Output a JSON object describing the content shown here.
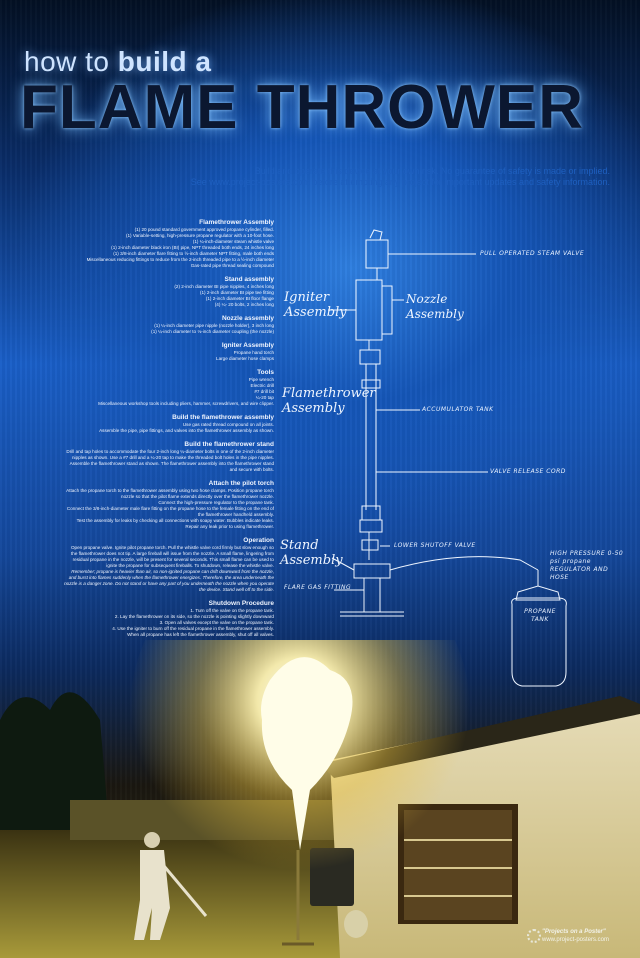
{
  "header": {
    "title_prefix_light": "how to ",
    "title_prefix_bold": "build a",
    "title_main": "FLAME THROWER"
  },
  "disclaimer": {
    "line1": "Build and operate this device at your own risk. No guarantee of safety is made or implied.",
    "line2": "See www.project-posters.com before attempting any project for important updates and safety information."
  },
  "instructions": [
    {
      "heading": "Flamethrower Assembly",
      "lines": [
        "(1) 20 pound standard government approved propane cylinder, filled.",
        "(1) Variable-setting, high-pressure propane regulator with a 10-foot hose.",
        "(1) ¼-inch-diameter steam whistle valve",
        "(1) 2-inch diameter black iron (BI) pipe, NPT threaded both ends, 24 inches long",
        "(1) 3/8-inch diameter flare fitting to ½-inch diameter NPT fitting, male both ends",
        "Miscellaneous reducing fittings to reduce from the 2-inch threaded pipe to a ½-inch diameter",
        "Gas-rated pipe thread sealing compound"
      ]
    },
    {
      "heading": "Stand assembly",
      "lines": [
        "(2) 2-inch diameter BI pipe nipples, 4 inches long",
        "(1) 2-inch diameter BI pipe tee fitting",
        "(1) 2-inch diameter BI floor flange",
        "(4) ¼- 20 bolts, 2 inches long"
      ]
    },
    {
      "heading": "Nozzle assembly",
      "lines": [
        "(1) ¼-inch diameter pipe nipple (nozzle holder), 3 inch long",
        "(1) ¼-inch diameter to ⅛-inch diameter coupling (the nozzle)"
      ]
    },
    {
      "heading": "Igniter Assembly",
      "lines": [
        "Propane hand torch",
        "Large diameter hose clamps"
      ]
    },
    {
      "heading": "Tools",
      "lines": [
        "Pipe wrench",
        "Electric drill",
        "#7 drill bit",
        "¼-20 tap",
        "Miscellaneous workshop tools including pliers, hammer, screwdrivers, and wire clipper."
      ]
    },
    {
      "heading": "Build the flamethrower assembly",
      "lines": [
        "Use gas rated thread compound on all joints.",
        "Assemble the pipe, pipe fittings, and valves into the flamethrower assembly as shown."
      ]
    },
    {
      "heading": "Build the flamethrower stand",
      "lines": [
        "Drill and tap holes to accommodate the four 2-inch long ¼-diameter bolts in one of the 2-inch diameter",
        "nipples as shown. Use a #7 drill and a ¼-20 tap to make the threaded bolt holes in the pipe nipples.",
        " ",
        "Assemble the flamethrower stand as shown. The flamethrower assembly into the flamethrower stand",
        "and secure with bolts."
      ]
    },
    {
      "heading": "Attach the pilot torch",
      "lines": [
        "Attach the propane torch to the flamethrower assembly using two hose clamps. Position propane torch",
        "nozzle so that the pilot flame extends directly over the flamethrower nozzle.",
        " ",
        "Connect the high-pressure regulator to the propane tank.",
        "Connect the 3/8-inch-diameter male flare fitting on the propane hose to the female fitting on the end of",
        "the flamethrower handheld assembly.",
        " ",
        "Test the assembly for leaks by checking all connections with soapy water. Bubbles indicate leaks.",
        "Repair any leak prior to using flamethrower."
      ]
    },
    {
      "heading": "Operation",
      "lines": [
        "Open propane valve. Ignite pilot propane torch.  Pull the whistle valve cord firmly but slow enough so",
        "the flamethrower does not tip. A large fireball will issue from the nozzle. A small flame, lingering from",
        "residual propane in the nozzle, will be present for several seconds. This small flame can be used to",
        "ignite the propane for subsequent fireballs.  To shutdown, release the whistle valve.",
        "Remember; propane is heavier than air, so non-ignited propane can drift downward from the nozzle,",
        "and burst into flames suddenly when the flamethrower energizes. Therefore, the area underneath the",
        "nozzle is a danger zone. Do not stand or have any part of you underneath the nozzle when you operate",
        "the device. Stand well off to the side."
      ]
    },
    {
      "heading": "Shutdown Procedure",
      "lines": [
        "1. Turn off the valve on the propane tank.",
        "2. Lay the flamethrower on its side, so the nozzle is pointing slightly downward",
        "3. Open all valves except the valve on the propane tank.",
        "4. Use the igniter to burn off the residual propane in the flamethrower assembly.",
        "When all propane has left the flamethrower assembly, shut off all valves."
      ]
    }
  ],
  "sketch": {
    "pull_valve": "PULL OPERATED STEAM VALVE",
    "igniter": "Igniter Assembly",
    "nozzle": "Nozzle Assembly",
    "flamethrower": "Flamethrower Assembly",
    "accumulator": "ACCUMULATOR TANK",
    "release_cord": "VALVE RELEASE CORD",
    "stand": "Stand Assembly",
    "shutoff": "LOWER SHUTOFF VALVE",
    "flare": "FLARE GAS FITTING",
    "pressure": "HIGH PRESSURE 0-50 psi propane REGULATOR AND HOSE",
    "tank": "PROPANE TANK"
  },
  "footer": {
    "logo_title": "\"Projects on a Poster\"",
    "logo_url": "www.project-posters.com"
  },
  "colors": {
    "title_glow": "#7fbfff",
    "sky_blue": "#1a5fc8",
    "flame": "#fff6c0"
  }
}
